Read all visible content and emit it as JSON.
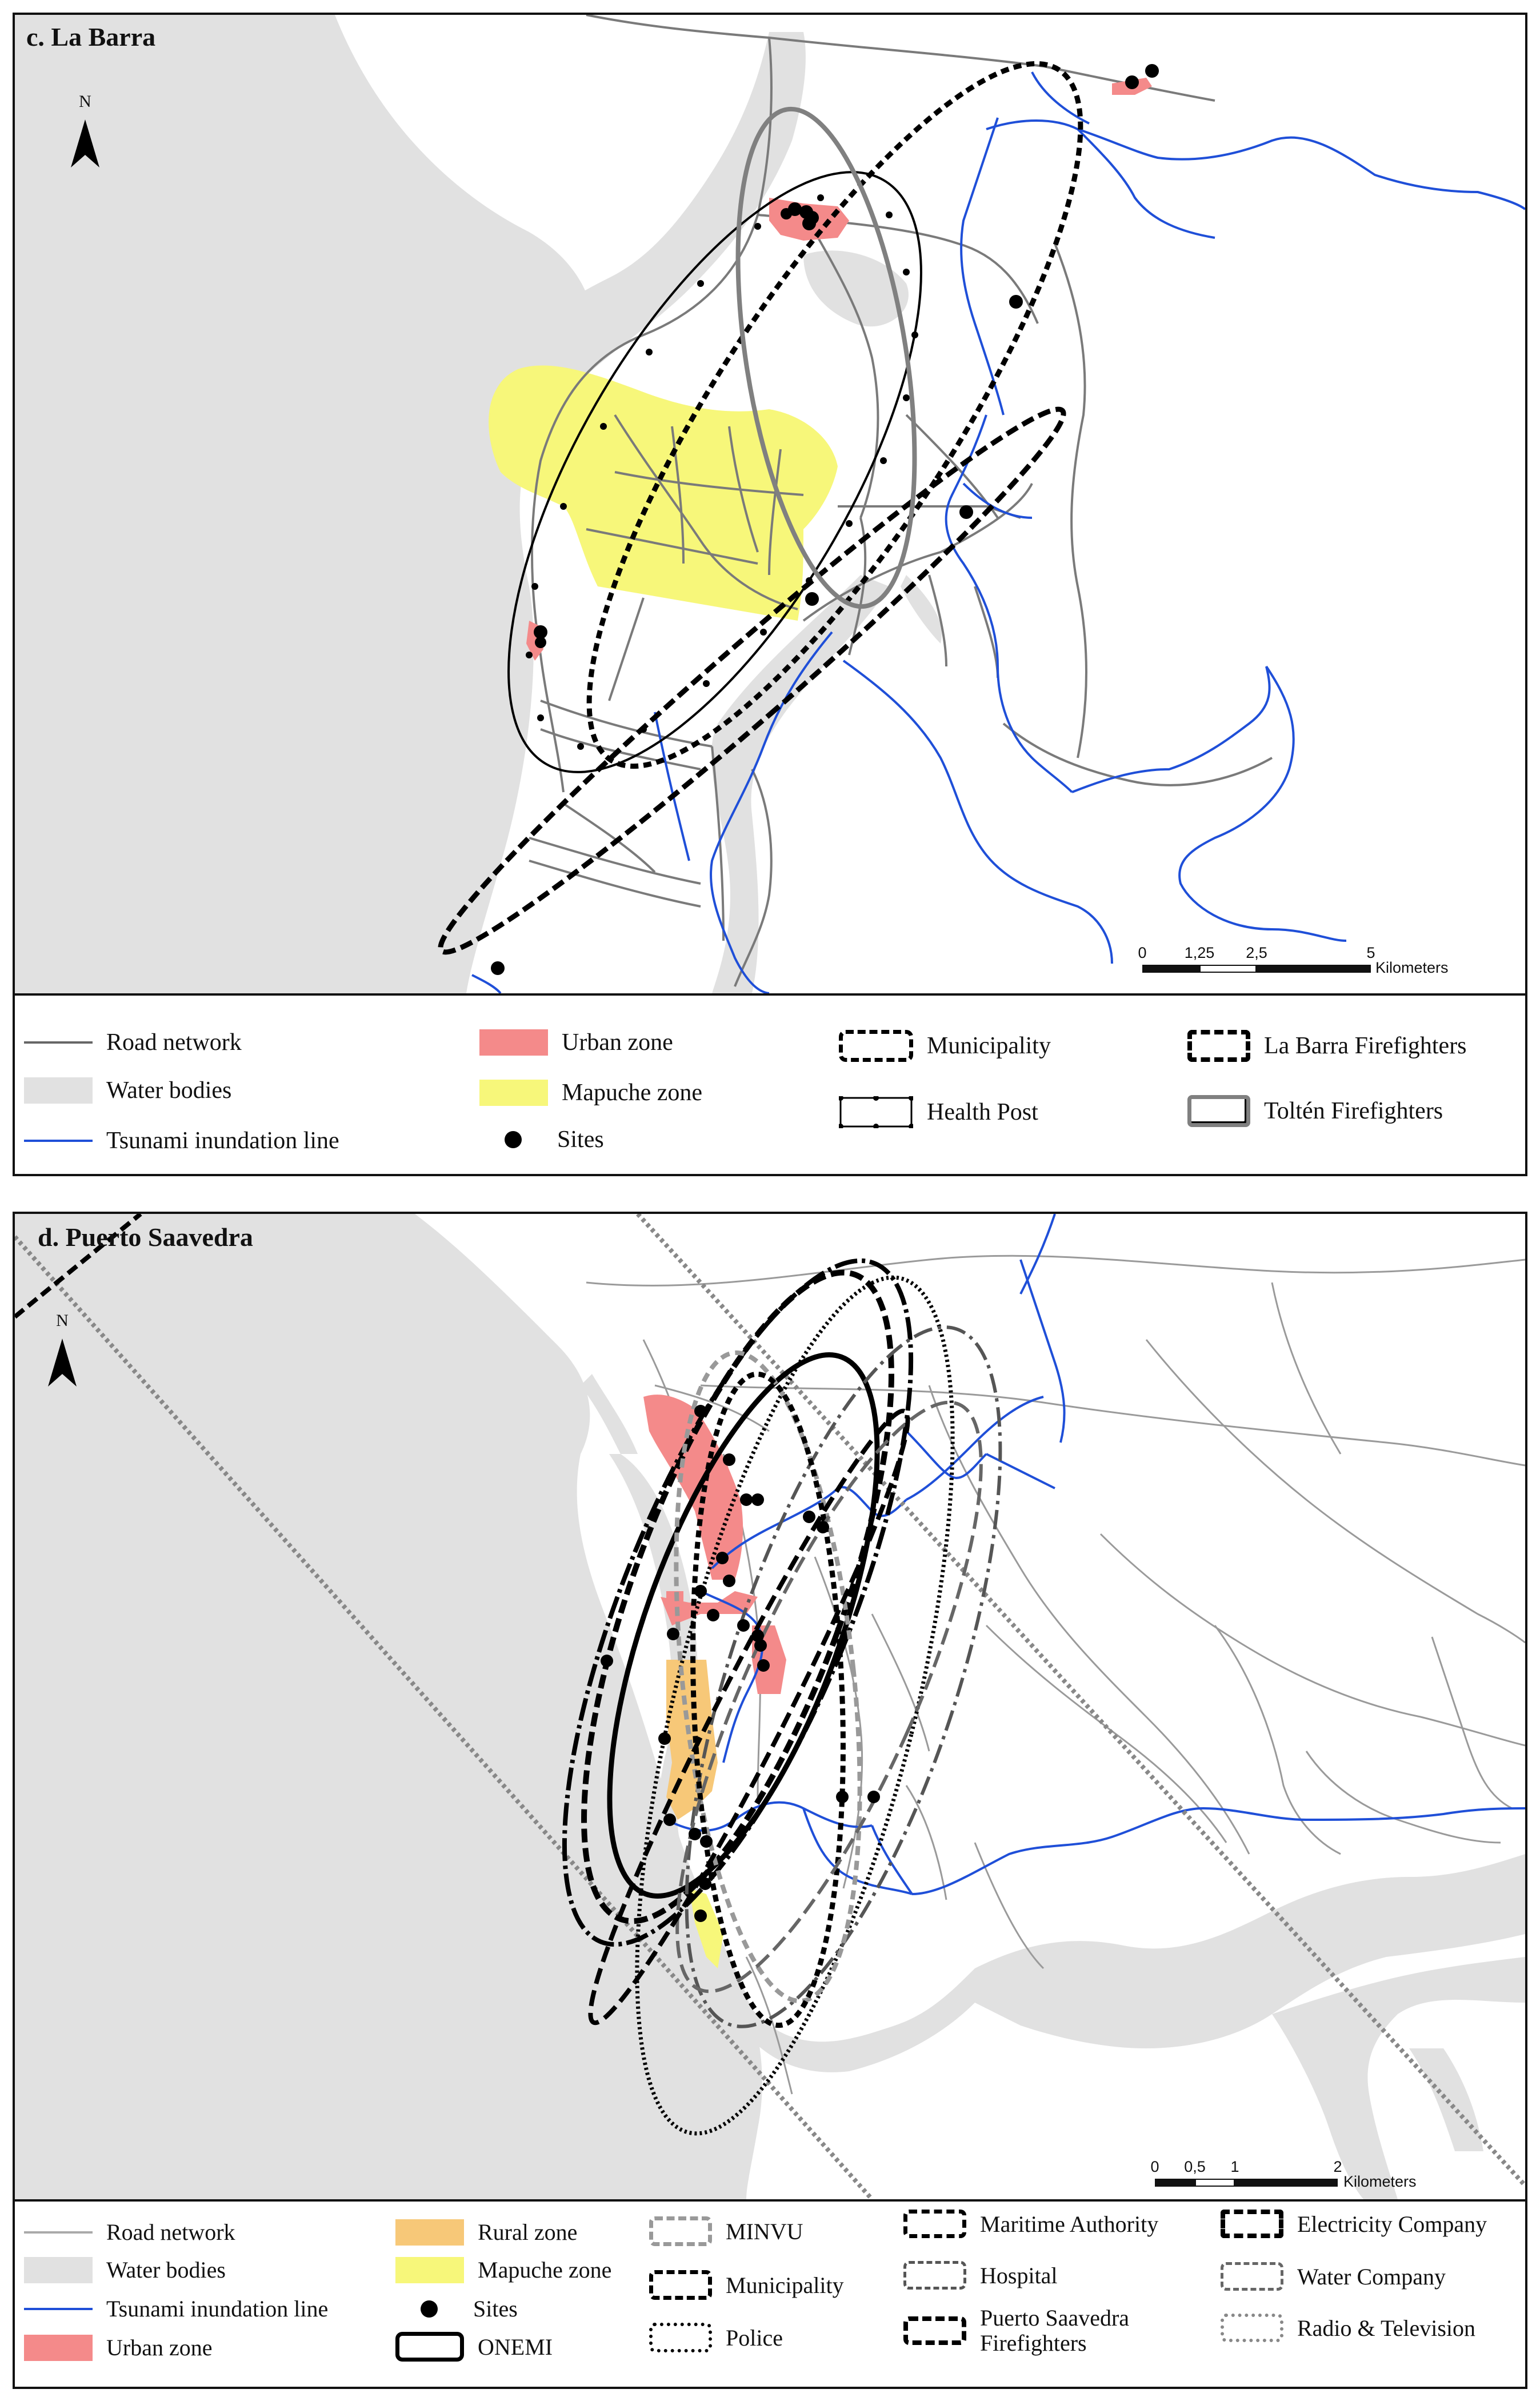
{
  "panel_c": {
    "title": "c. La Barra",
    "north_label": "N",
    "scale": {
      "ticks": [
        "0",
        "1,25",
        "2,5",
        "5"
      ],
      "units": "Kilometers"
    },
    "legend": {
      "road_network": "Road network",
      "water_bodies": "Water bodies",
      "tsunami_line": "Tsunami inundation line",
      "urban_zone": "Urban zone",
      "mapuche_zone": "Mapuche zone",
      "sites": "Sites",
      "municipality": "Municipality",
      "health_post": "Health Post",
      "la_barra_firefighters": "La Barra Firefighters",
      "tolten_firefighters": "Toltén Firefighters"
    }
  },
  "panel_d": {
    "title": "d. Puerto Saavedra",
    "north_label": "N",
    "scale": {
      "ticks": [
        "0",
        "0,5",
        "1",
        "2"
      ],
      "units": "Kilometers"
    },
    "legend": {
      "road_network": "Road network",
      "water_bodies": "Water bodies",
      "tsunami_line": "Tsunami inundation line",
      "urban_zone": "Urban zone",
      "rural_zone": "Rural zone",
      "mapuche_zone": "Mapuche zone",
      "sites": "Sites",
      "onemi": "ONEMI",
      "minvu": "MINVU",
      "municipality": "Municipality",
      "police": "Police",
      "maritime_authority": "Maritime Authority",
      "hospital": "Hospital",
      "firefighters_line1": "Puerto Saavedra",
      "firefighters_line2": "Firefighters",
      "electricity_company": "Electricity Company",
      "water_company": "Water Company",
      "radio_television": "Radio & Television"
    }
  },
  "colors": {
    "water": "#e1e1e1",
    "road": "#7a7a7a",
    "tsunami": "#1f4fd8",
    "urban": "#f48a8a",
    "rural": "#f7c878",
    "mapuche": "#f7f77a",
    "site": "#000000"
  }
}
